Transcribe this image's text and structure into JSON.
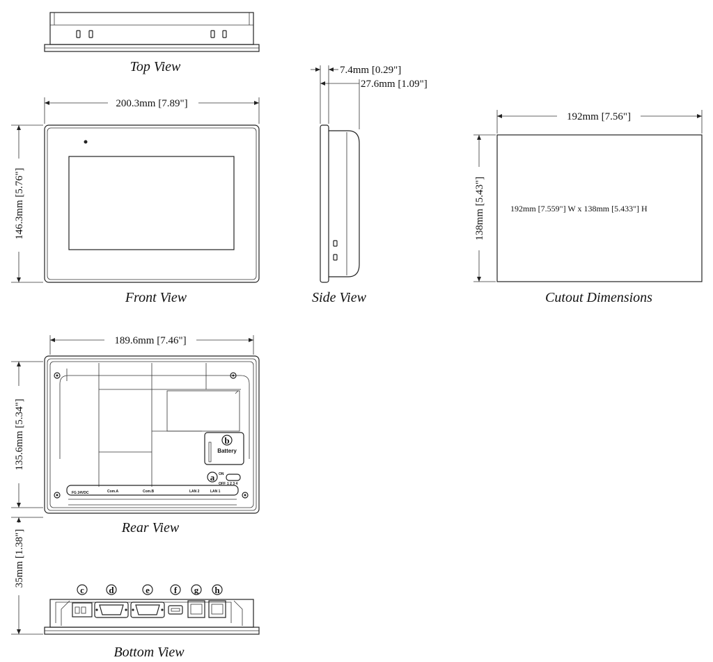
{
  "captions": {
    "top": "Top View",
    "front": "Front View",
    "side": "Side View",
    "cutout": "Cutout Dimensions",
    "rear": "Rear View",
    "bottom": "Bottom View"
  },
  "dimensions": {
    "front_width": "200.3mm [7.89\"]",
    "front_height": "146.3mm [5.76\"]",
    "side_bezel": "7.4mm [0.29\"]",
    "side_depth": "27.6mm [1.09\"]",
    "cutout_width": "192mm [7.56\"]",
    "cutout_height": "138mm [5.43\"]",
    "cutout_note": "192mm [7.559\"]  W x 138mm [5.433\"] H",
    "rear_width": "189.6mm [7.46\"]",
    "rear_height": "135.6mm [5.34\"]",
    "bottom_height": "35mm [1.38\"]"
  },
  "rear_labels": {
    "battery_marker": "b",
    "battery": "Battery",
    "switch_marker": "a",
    "switch_on": "ON",
    "switch_off": "OFF",
    "switch_numbers": "1 2 3 4",
    "com_a": "Com.A",
    "com_b": "Com.B",
    "lan2": "LAN 2",
    "lan1": "LAN 1",
    "power": "FG  24VDC"
  },
  "bottom_markers": [
    "c",
    "d",
    "e",
    "f",
    "g",
    "h"
  ]
}
